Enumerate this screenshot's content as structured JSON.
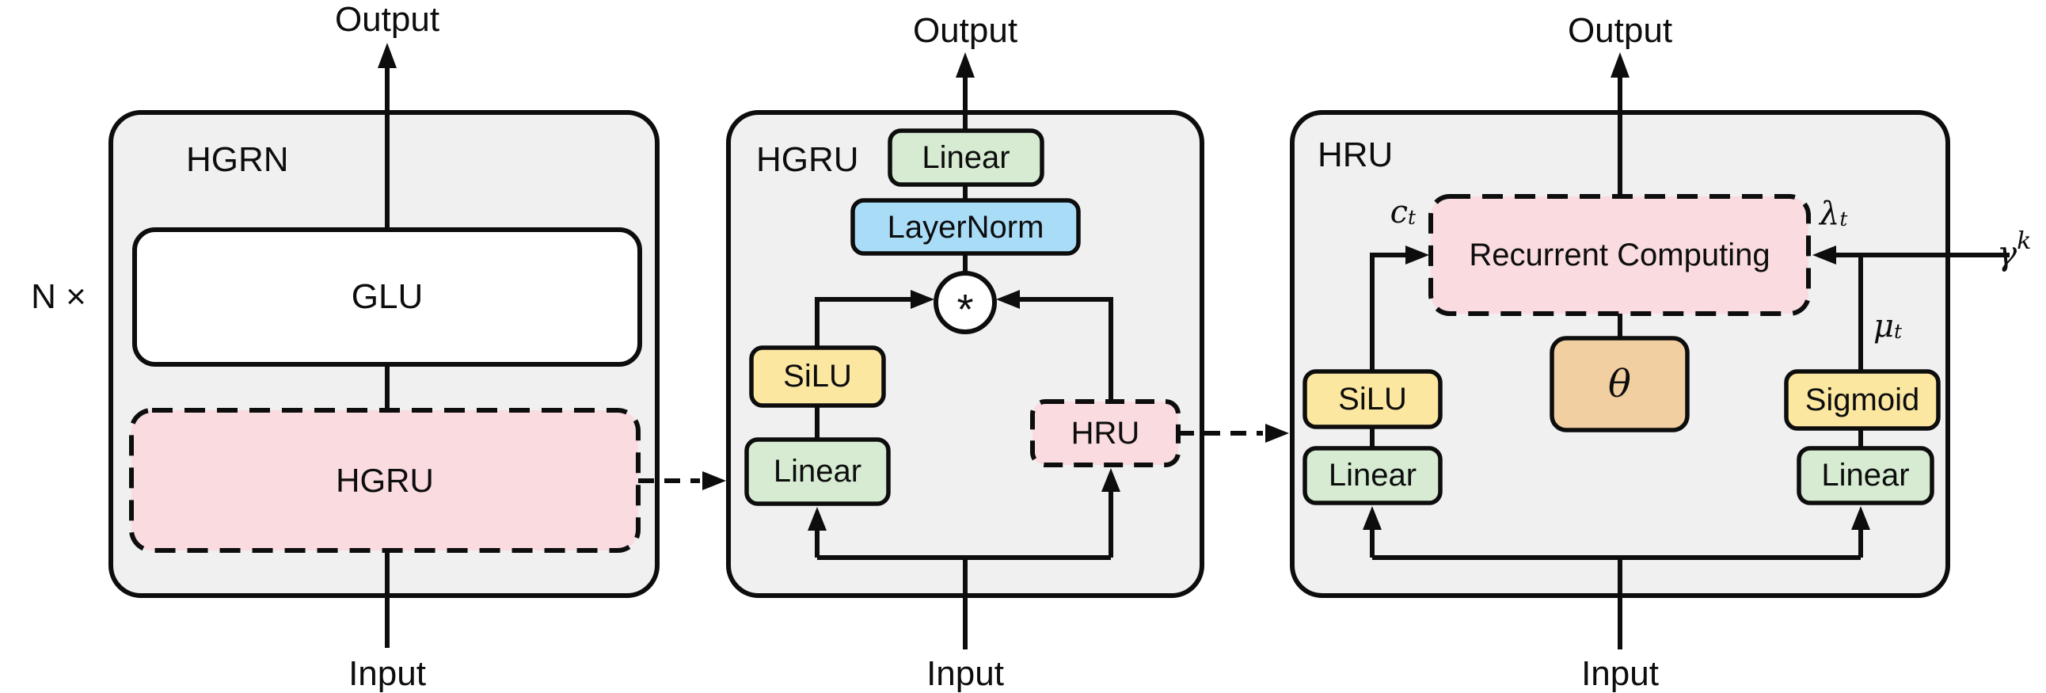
{
  "labels": {
    "repeat": "N ×",
    "hgrn": {
      "title": "HGRN",
      "output": "Output",
      "input": "Input",
      "glu": "GLU",
      "hgru": "HGRU"
    },
    "hgru": {
      "title": "HGRU",
      "output": "Output",
      "input": "Input",
      "linear_top": "Linear",
      "layernorm": "LayerNorm",
      "mul": "*",
      "silu": "SiLU",
      "linear_left": "Linear",
      "hru": "HRU"
    },
    "hru": {
      "title": "HRU",
      "output": "Output",
      "input": "Input",
      "recurrent": "Recurrent Computing",
      "theta": "θ",
      "silu": "SiLU",
      "linear_left": "Linear",
      "sigmoid": "Sigmoid",
      "linear_right": "Linear",
      "ct": {
        "base": "c",
        "sub": "t"
      },
      "lambda_t": {
        "base": "λ",
        "sub": "t"
      },
      "mu_t": {
        "base": "μ",
        "sub": "t"
      },
      "gamma_k": {
        "base": "γ",
        "sup": "k"
      }
    }
  },
  "colors": {
    "panel_fill": "#f0f0f1",
    "line": "#0d0d0d",
    "green": "#d6ebd2",
    "blue": "#a9ddf7",
    "yellow": "#fbe7a0",
    "pink": "#f9dbe0",
    "orange": "#f2cfa0",
    "white_box": "#ffffff"
  }
}
